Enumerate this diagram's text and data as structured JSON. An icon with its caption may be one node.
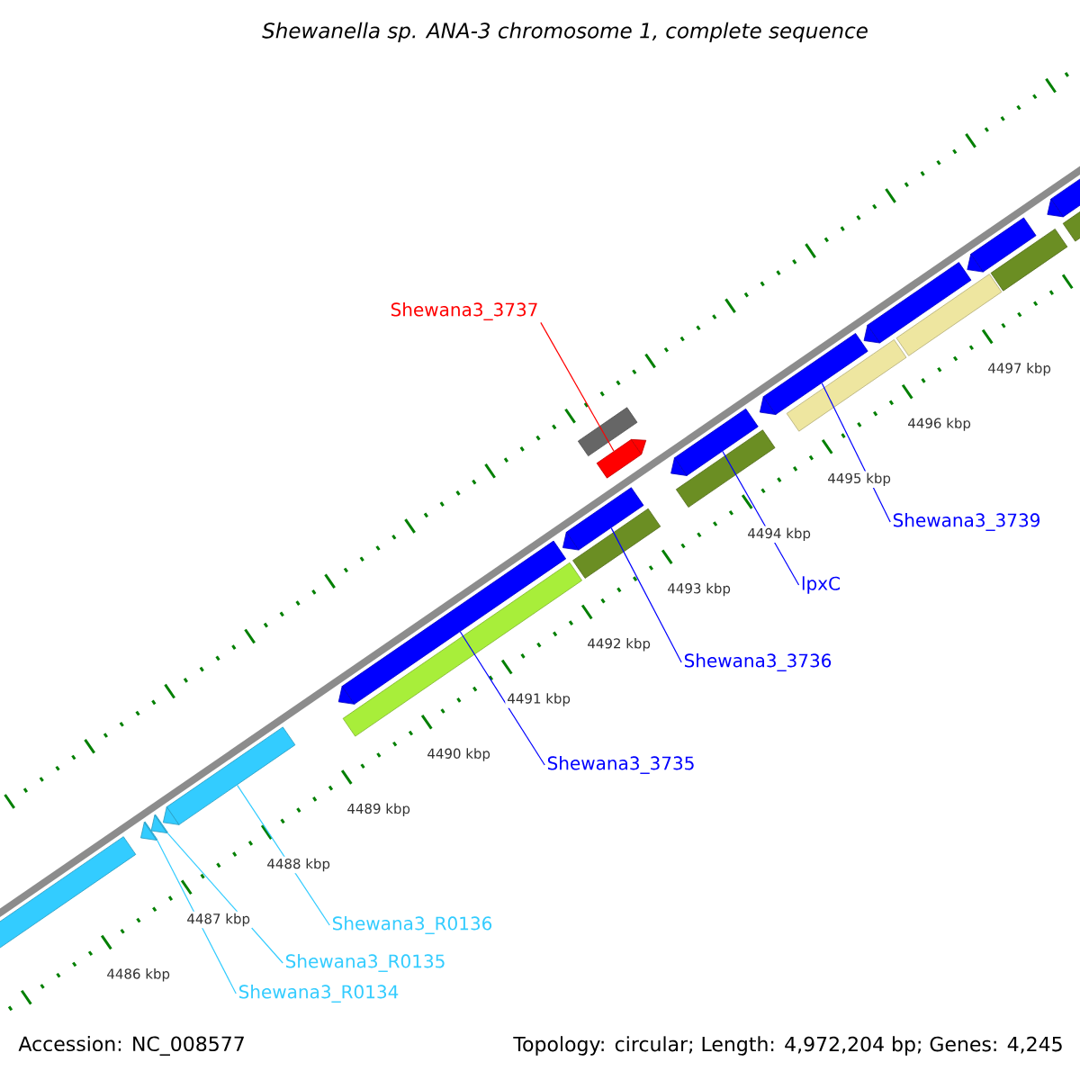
{
  "diagram": {
    "title": "Shewanella sp. ANA-3 chromosome 1, complete sequence",
    "nodes": [
      {
        "text": [],
        "shape": "bar"
      },
      {
        "text": [],
        "shape": "bar"
      },
      {
        "text": [],
        "shape": "bar"
      },
      {
        "text": [],
        "shape": "bar"
      },
      {
        "text": [],
        "shape": "bar"
      },
      {
        "text": [],
        "shape": "bar"
      },
      {
        "text": [],
        "shape": "bar"
      },
      {
        "text": [],
        "shape": "bar"
      },
      {
        "text": [],
        "shape": "bar"
      },
      {
        "text": [],
        "shape": "bar"
      },
      {
        "text": [],
        "shape": "bar"
      },
      {
        "text": [],
        "shape": "bar"
      },
      {
        "text": [],
        "shape": "bar"
      },
      {
        "text": [],
        "shape": "bar"
      },
      {
        "text": [],
        "shape": "bar"
      },
      {
        "text": [],
        "shape": "bar"
      },
      {
        "text": [],
        "shape": "bar"
      },
      {
        "text": [],
        "shape": "bar"
      },
      {
        "text": [],
        "shape": "bar"
      },
      {
        "text": [],
        "shape": "bar"
      },
      {
        "text": [
          "Shewana3_3737"
        ]
      },
      {
        "text": [
          "Shewana3_3735"
        ]
      },
      {
        "text": [
          "Shewana3_3736"
        ]
      },
      {
        "text": [
          "lpxC"
        ]
      },
      {
        "text": [
          "Shewana3_3739"
        ]
      },
      {
        "text": [
          "Shewana3_R0136"
        ]
      },
      {
        "text": [
          "Shewana3_R0135"
        ]
      },
      {
        "text": [
          "Shewana3_R0134"
        ]
      }
    ],
    "edges": [
      {
        "from": 20,
        "to": 9,
        "arrow": "none",
        "color": "#ff0000"
      },
      {
        "from": 21,
        "to": 4,
        "arrow": "none"
      },
      {
        "from": 22,
        "to": 6,
        "arrow": "none"
      },
      {
        "from": 23,
        "to": 10,
        "arrow": "none"
      },
      {
        "from": 24,
        "to": 12,
        "arrow": "none"
      },
      {
        "from": 25,
        "to": 3,
        "arrow": "none",
        "color": "#33ccff"
      },
      {
        "from": 26,
        "to": 2,
        "arrow": "none",
        "color": "#33ccff"
      },
      {
        "from": 27,
        "to": 1,
        "arrow": "none",
        "color": "#33ccff"
      }
    ],
    "labels": [
      "4486 kbp",
      "4487 kbp",
      "4488 kbp",
      "4489 kbp",
      "4490 kbp",
      "4491 kbp",
      "4492 kbp",
      "4493 kbp",
      "4494 kbp",
      "4495 kbp",
      "4496 kbp",
      "4497 kbp",
      "Accession: NC_008577",
      "Topology: circular; Length: 4,972,204 bp; Genes: 4,245"
    ]
  }
}
